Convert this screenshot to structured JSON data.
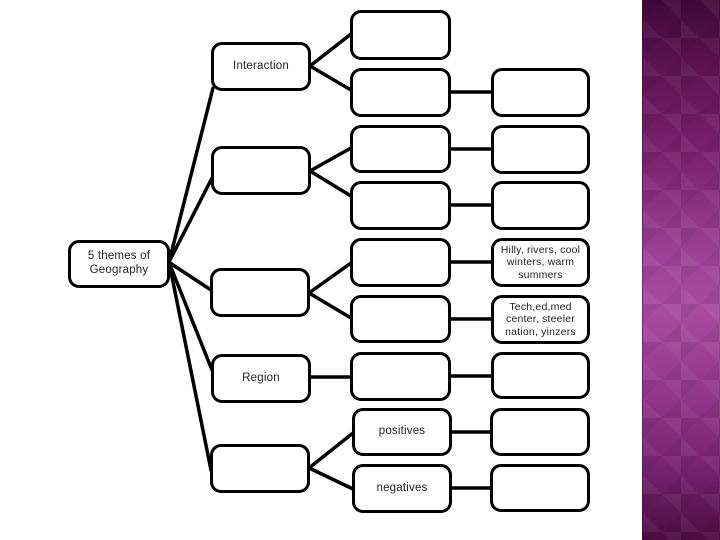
{
  "diagram": {
    "labels": {
      "themes": "5 themes of Geography",
      "interaction": "Interaction",
      "region": "Region",
      "positives": "positives",
      "negatives": "negatives",
      "hilly": "Hilly, rivers, cool winters, warm summers",
      "tech": "Tech,ed,med center, steeler nation, yinzers"
    }
  },
  "theme": {
    "background": "#ffffff",
    "box_fill": "#ffffff",
    "box_border": "#000000",
    "line_color": "#000000",
    "text_color": "#1f1f1f",
    "sidebar_gradient": [
      "#40093a",
      "#7c2470",
      "#a84ba0",
      "#7a2674",
      "#4e0c44"
    ]
  }
}
